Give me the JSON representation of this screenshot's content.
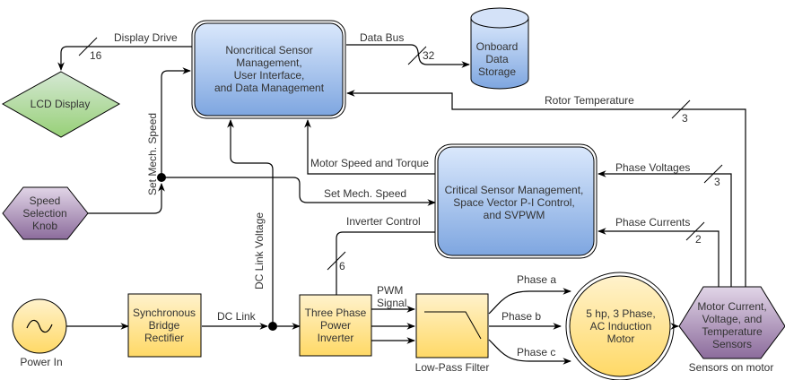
{
  "blocks": {
    "noncritical": [
      "Noncritical Sensor",
      "Management,",
      "User Interface,",
      "and Data Management"
    ],
    "storage": [
      "Onboard",
      "Data",
      "Storage"
    ],
    "lcd": "LCD Display",
    "knob": [
      "Speed",
      "Selection",
      "Knob"
    ],
    "critical": [
      "Critical Sensor Management,",
      "Space Vector P-I Control,",
      "and SVPWM"
    ],
    "power_in": "Power In",
    "rectifier": [
      "Synchronous",
      "Bridge",
      "Rectifier"
    ],
    "inverter": [
      "Three Phase",
      "Power",
      "Inverter"
    ],
    "filter": "Low-Pass Filter",
    "motor": [
      "5 hp,  3 Phase,",
      "AC Induction",
      "Motor"
    ],
    "sensors": [
      "Motor Current,",
      "Voltage, and",
      "Temperature",
      "Sensors"
    ],
    "sensors_caption": "Sensors on motor"
  },
  "signals": {
    "display_drive": "Display Drive",
    "display_width": "16",
    "data_bus": "Data Bus",
    "data_bus_width": "32",
    "rotor_temp": "Rotor Temperature",
    "rotor_temp_width": "3",
    "set_mech_speed_vertical": "Set Mech. Speed",
    "set_mech_speed": "Set Mech. Speed",
    "motor_speed_torque": "Motor Speed and Torque",
    "dc_link_voltage": "DC Link Voltage",
    "inverter_control": "Inverter Control",
    "inverter_control_width": "6",
    "phase_voltages": "Phase Voltages",
    "phase_voltages_width": "3",
    "phase_currents": "Phase Currents",
    "phase_currents_width": "2",
    "dc_link": "DC Link",
    "pwm_signal": [
      "PWM",
      "Signal"
    ],
    "phase_a": "Phase a",
    "phase_b": "Phase b",
    "phase_c": "Phase c"
  },
  "colors": {
    "blue_top": "#dae8fc",
    "blue_bottom": "#7ea6e0",
    "green_top": "#d5e8d4",
    "green_bottom": "#97d077",
    "purple_top": "#e1d5e7",
    "purple_bottom": "#8c6c9c",
    "yellow_top": "#fff2cc",
    "yellow_bottom": "#ffd966"
  }
}
